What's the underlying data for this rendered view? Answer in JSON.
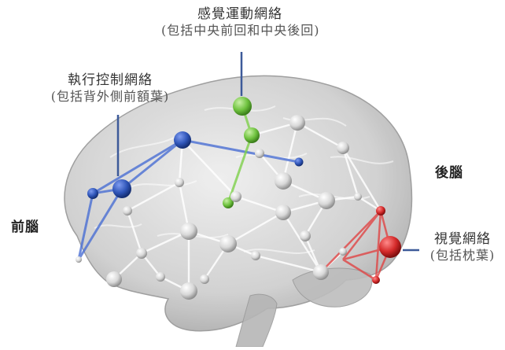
{
  "labels": {
    "sensorimotor": {
      "title": "感覺運動網絡",
      "sub": "(包括中央前回和中央後回)"
    },
    "executive": {
      "title": "執行控制網絡",
      "sub": "(包括背外側前額葉)"
    },
    "visual": {
      "title": "視覺網絡",
      "sub": "(包括枕葉)"
    },
    "frontal": "前腦",
    "posterior": "後腦"
  },
  "colors": {
    "executive": "#2f55b8",
    "sensorimotor": "#6fc23f",
    "visual": "#d42a2a",
    "generic_node": "#dcdcdc",
    "brain": "#c4c4c4"
  }
}
